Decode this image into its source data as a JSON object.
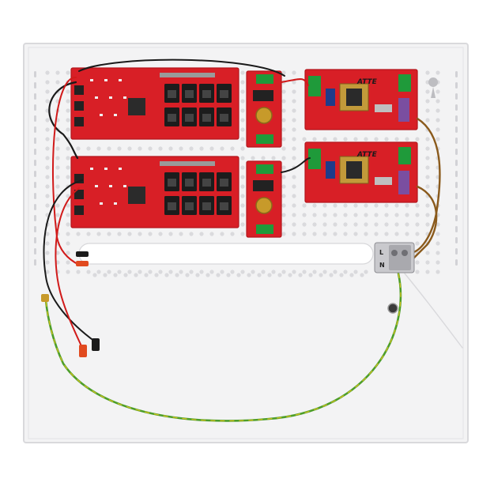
{
  "image": {
    "subject": "enclosure-with-red-circuit-boards",
    "colors": {
      "background": "#ffffff",
      "enclosure": "#f3f3f4",
      "enclosure_edge": "#d9d9dc",
      "board_red": "#d81f26",
      "board_dark": "#b3161c",
      "connector_green": "#1f9a3a",
      "jack_black": "#1c1c1c",
      "wire_red": "#d11a1a",
      "wire_black": "#1a1a1a",
      "wire_brown": "#8a5a1c",
      "wire_ground_green": "#4d9e2a",
      "wire_ground_yellow": "#d8c21d"
    },
    "labels": {
      "psu_brand": "ATTE",
      "terminal_l": "L",
      "terminal_n": "N"
    }
  }
}
